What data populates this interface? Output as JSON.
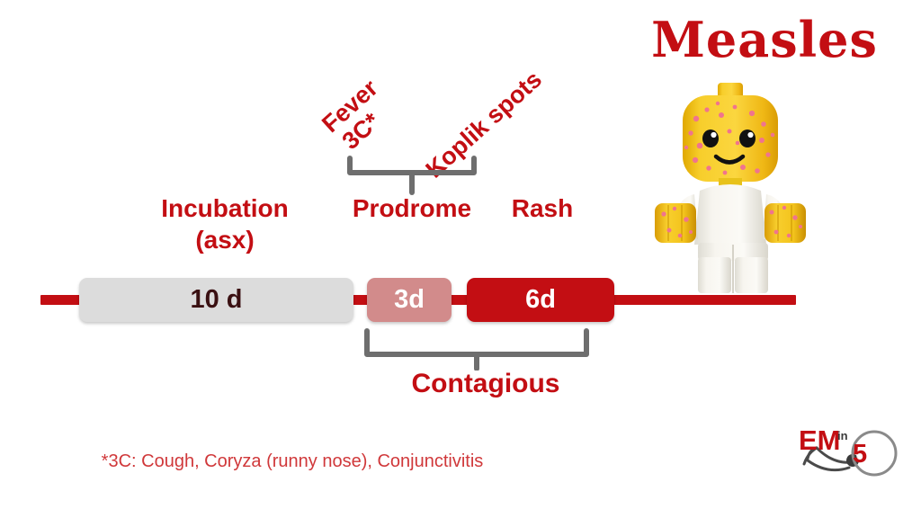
{
  "title": "Measles",
  "colors": {
    "brand_red": "#C30E13",
    "light_red": "#D28B8B",
    "gray_box": "#DCDCDC",
    "bracket_gray": "#6E6E6E",
    "footnote_red": "#D0383A",
    "lego_yellow": "#F5C518",
    "lego_spot": "#F0748E",
    "lego_body": "#F2F0EA"
  },
  "prodrome_symptoms": {
    "fever_line1": "Fever",
    "fever_line2": "3C*",
    "koplik": "Koplik spots"
  },
  "stages": {
    "incubation_line1": "Incubation",
    "incubation_line2": "(asx)",
    "prodrome": "Prodrome",
    "rash": "Rash",
    "contagious": "Contagious"
  },
  "timeline": {
    "segments": [
      {
        "id": "incubation",
        "duration": "10 d",
        "phase": "Incubation (asx)"
      },
      {
        "id": "prodrome",
        "duration": "3d",
        "phase": "Prodrome"
      },
      {
        "id": "rash",
        "duration": "6d",
        "phase": "Rash"
      }
    ]
  },
  "footnote": "*3C: Cough, Coryza (runny nose), Conjunctivitis",
  "logo": {
    "em": "EM",
    "in": "in",
    "five": "5"
  }
}
